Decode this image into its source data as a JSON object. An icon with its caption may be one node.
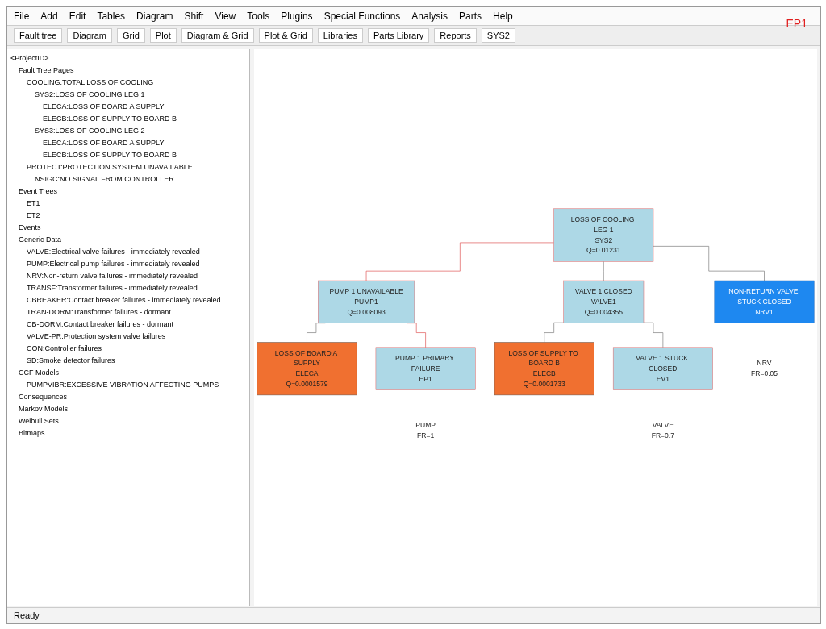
{
  "diagram": {
    "nodes": [
      {
        "text": [
          "LOSS OF COOLING LEG 1",
          "SYS2",
          "Q=0.01231"
        ]
      },
      {
        "text": [
          "PUMP 1 UNAVAILABLE",
          "PUMP1",
          "Q=0.008093"
        ]
      },
      {
        "text": [
          "VALVE 1 CLOSED",
          "VALVE1",
          "Q=0.004355"
        ]
      },
      {
        "text": [
          "NON-RETURN VALVE STUCK CLOSED",
          "NRV1"
        ],
        "beside": [
          "NRV",
          "FR=0.05"
        ]
      },
      {
        "text": [
          "LOSS OF BOARD A SUPPLY",
          "ELECA",
          "Q=0.0001579"
        ]
      },
      {
        "text": [
          "PUMP 1 PRIMARY FAILURE",
          "EP1"
        ],
        "beside": [
          "PUMP",
          "FR=1"
        ]
      },
      {
        "text": [
          "LOSS OF SUPPLY TO BOARD B",
          "ELECB",
          "Q=0.0001733"
        ]
      },
      {
        "text": [
          "VALVE 1 STUCK CLOSED",
          "EV1"
        ],
        "beside": [
          "VALVE",
          "FR=0.7"
        ]
      }
    ],
    "edges": [
      {
        "from": 0,
        "to": 1,
        "arrow": "none",
        "color": "#e05a5a"
      },
      {
        "from": 0,
        "to": 2,
        "arrow": "none"
      },
      {
        "from": 0,
        "to": 3,
        "arrow": "none"
      },
      {
        "from": 1,
        "to": 4,
        "arrow": "none"
      },
      {
        "from": 1,
        "to": 5,
        "arrow": "none",
        "color": "#e05a5a"
      },
      {
        "from": 2,
        "to": 6,
        "arrow": "none"
      },
      {
        "from": 2,
        "to": 7,
        "arrow": "none"
      }
    ],
    "labels": [
      "File",
      "Add",
      "Edit",
      "Tables",
      "Diagram",
      "Shift",
      "View",
      "Tools",
      "Plugins",
      "Special Functions",
      "Analysis",
      "Parts",
      "Help",
      "Fault tree",
      "Diagram",
      "Grid",
      "Plot",
      "Diagram & Grid",
      "Plot & Grid",
      "Libraries",
      "Parts Library",
      "Reports",
      "SYS2",
      "<ProjectID>",
      "Fault Tree Pages",
      "COOLING:TOTAL LOSS OF COOLING",
      "SYS2:LOSS OF COOLING LEG 1",
      "ELECA:LOSS OF BOARD A SUPPLY",
      "ELECB:LOSS OF SUPPLY TO BOARD B",
      "SYS3:LOSS OF COOLING LEG 2",
      "ELECA:LOSS OF BOARD A SUPPLY",
      "ELECB:LOSS OF SUPPLY TO BOARD B",
      "PROTECT:PROTECTION SYSTEM UNAVAILABLE",
      "NSIGC:NO SIGNAL FROM CONTROLLER",
      "Event Trees",
      "ET1",
      "ET2",
      "Events",
      "Generic Data",
      "VALVE:Electrical valve failures - immediately revealed",
      "PUMP:Electrical pump failures - immediately revealed",
      "NRV:Non-return valve failures - immediately revealed",
      "TRANSF:Transformer failures - immediately revealed",
      "CBREAKER:Contact breaker failures - immediately revealed",
      "TRAN-DORM:Transformer failures - dormant",
      "CB-DORM:Contact breaker failures - dormant",
      "VALVE-PR:Protection system valve failures",
      "CON:Controller failures",
      "SD:Smoke detector failures",
      "CCF Models",
      "PUMPVIBR:EXCESSIVE VIBRATION AFFECTING PUMPS",
      "Consequences",
      "Markov Models",
      "Weibull Sets",
      "Bitmaps",
      "EP1",
      "Ready"
    ]
  }
}
